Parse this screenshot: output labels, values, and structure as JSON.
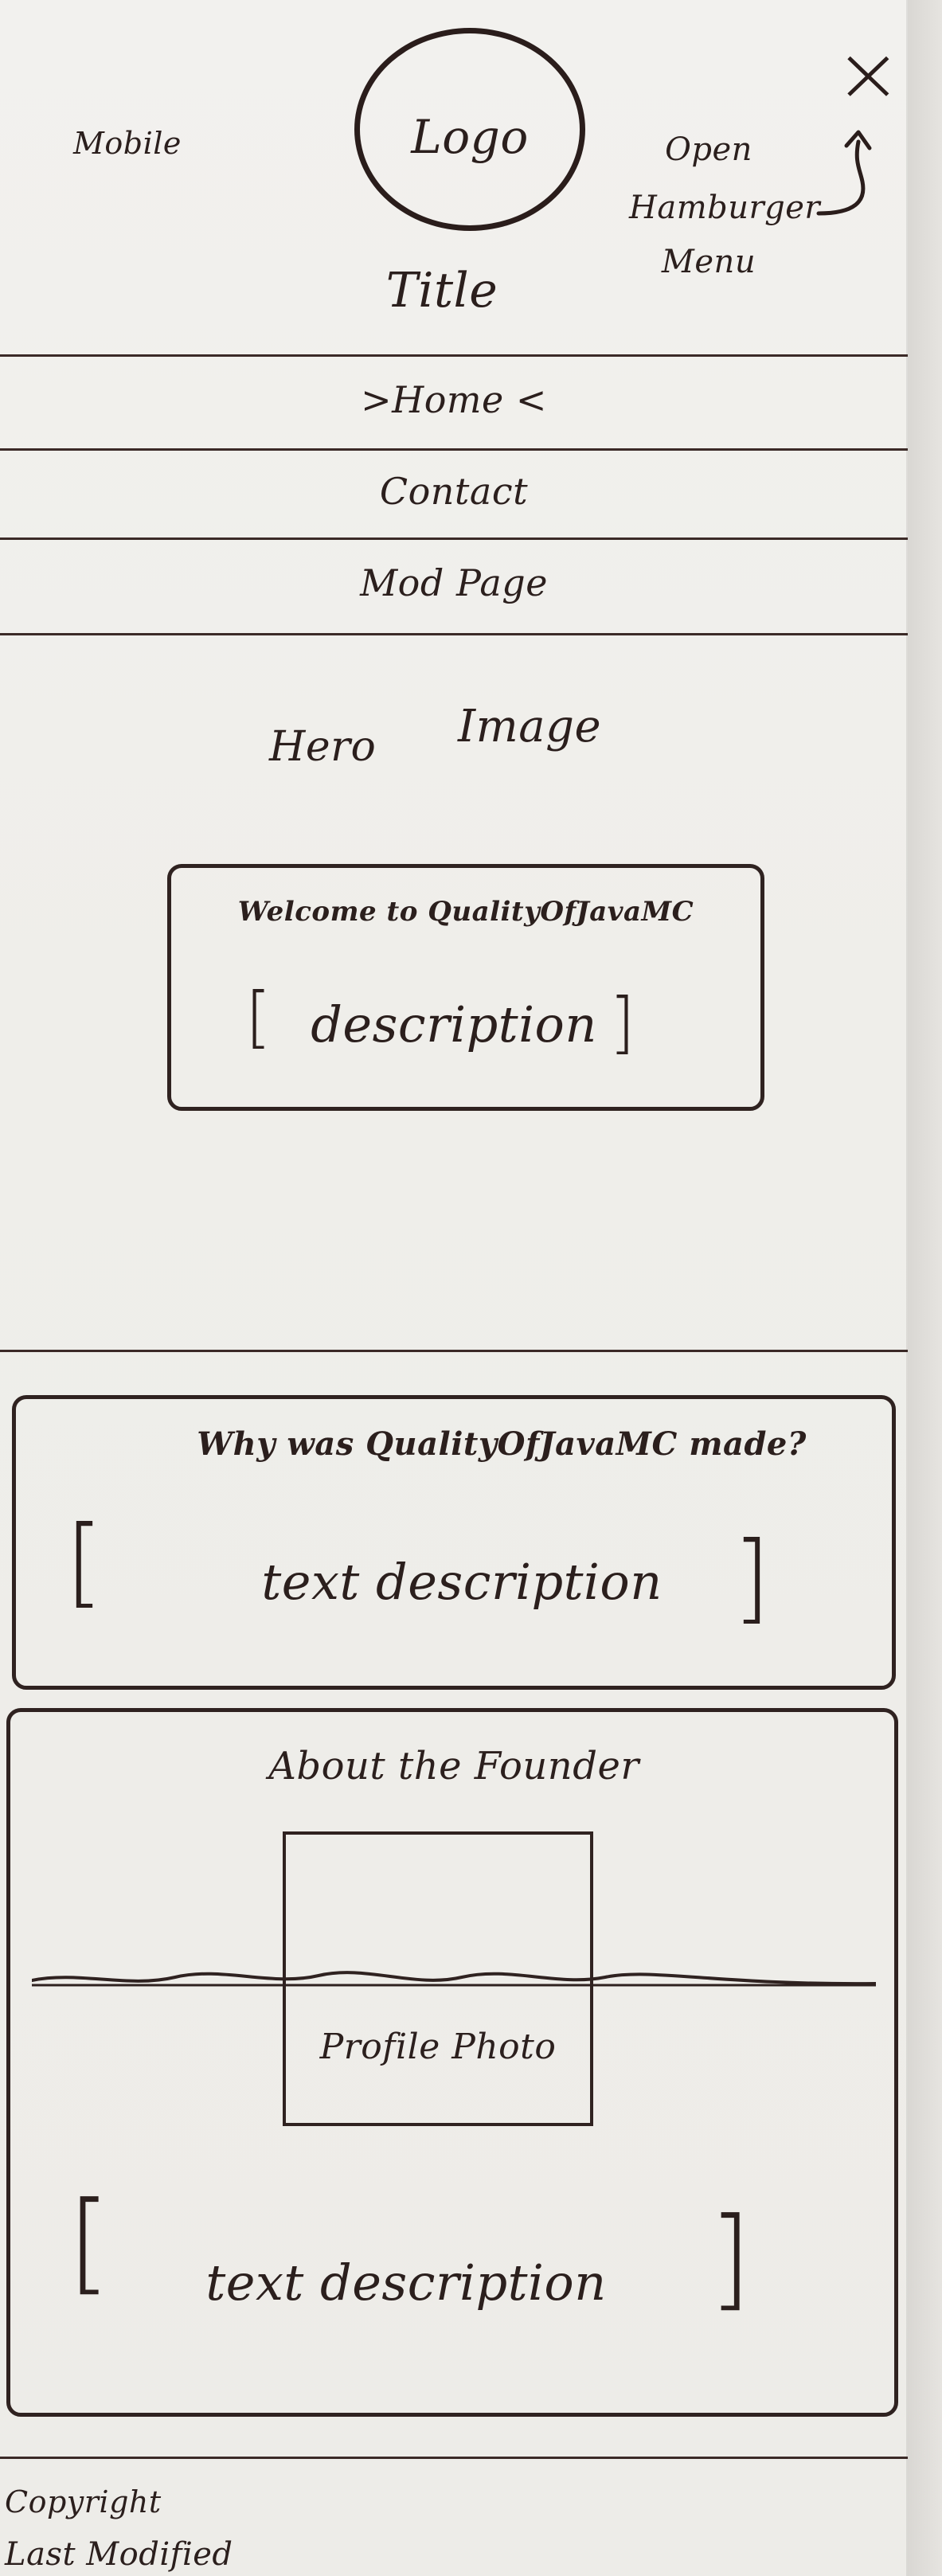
{
  "header": {
    "device_label": "Mobile",
    "logo_label": "Logo",
    "title": "Title",
    "close_icon": "close-x-icon",
    "menu_note": [
      "Open",
      "Hamburger",
      "Menu"
    ]
  },
  "nav": {
    "items": [
      {
        "label": ">Home <"
      },
      {
        "label": "Contact"
      },
      {
        "label": "Mod Page"
      }
    ]
  },
  "hero": {
    "label_a": "Hero",
    "label_b": "Image",
    "welcome_title": "Welcome to QualityOfJavaMC",
    "welcome_description": "description",
    "bracket_open": "[",
    "bracket_close": "]"
  },
  "why": {
    "title": "Why was QualityOfJavaMC made?",
    "description": "text description",
    "bracket_open": "[",
    "bracket_close": "]"
  },
  "founder": {
    "title": "About the Founder",
    "photo_label": "Profile Photo",
    "description": "text description",
    "bracket_open": "[",
    "bracket_close": "]"
  },
  "footer": {
    "copyright": "Copyright",
    "last_modified": "Last Modified"
  },
  "colors": {
    "ink": "#2b1f1d",
    "paper": "#efeeea"
  }
}
